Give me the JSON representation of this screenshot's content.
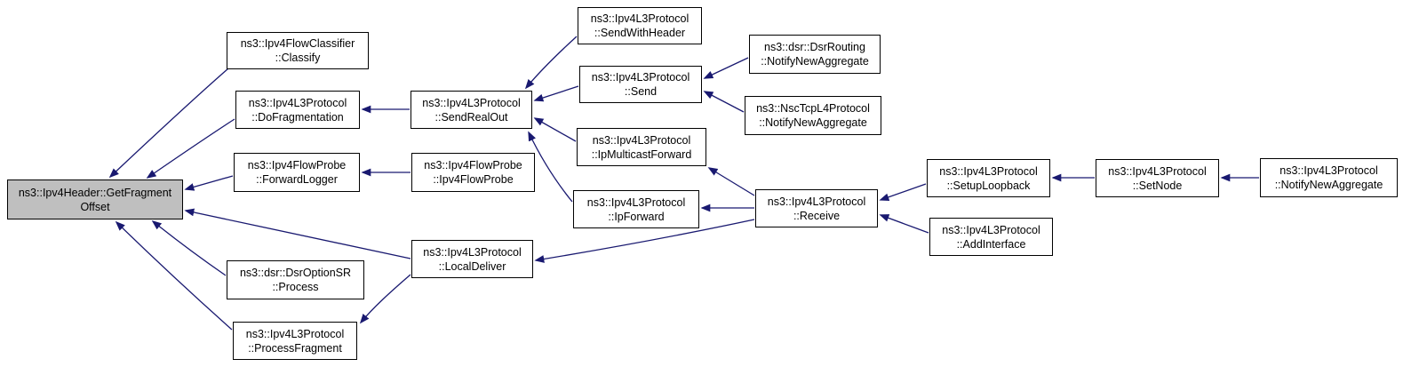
{
  "diagram": {
    "type": "doxygen-caller-graph",
    "root_function": "ns3::Ipv4Header::GetFragmentOffset",
    "edge_color": "#191970",
    "node_fill": "#ffffff",
    "node_border": "#000000",
    "main_node_fill": "#bfbfbf"
  },
  "nodes": {
    "getfragmentoffset": {
      "line1": "ns3::Ipv4Header::GetFragment",
      "line2": "Offset"
    },
    "classify": {
      "line1": "ns3::Ipv4FlowClassifier",
      "line2": "::Classify"
    },
    "dofragmentation": {
      "line1": "ns3::Ipv4L3Protocol",
      "line2": "::DoFragmentation"
    },
    "forwardlogger": {
      "line1": "ns3::Ipv4FlowProbe",
      "line2": "::ForwardLogger"
    },
    "dsroptionsr_process": {
      "line1": "ns3::dsr::DsrOptionSR",
      "line2": "::Process"
    },
    "processfragment": {
      "line1": "ns3::Ipv4L3Protocol",
      "line2": "::ProcessFragment"
    },
    "sendrealout": {
      "line1": "ns3::Ipv4L3Protocol",
      "line2": "::SendRealOut"
    },
    "ipv4flowprobe": {
      "line1": "ns3::Ipv4FlowProbe",
      "line2": "::Ipv4FlowProbe"
    },
    "localdeliver": {
      "line1": "ns3::Ipv4L3Protocol",
      "line2": "::LocalDeliver"
    },
    "sendwithheader": {
      "line1": "ns3::Ipv4L3Protocol",
      "line2": "::SendWithHeader"
    },
    "send": {
      "line1": "ns3::Ipv4L3Protocol",
      "line2": "::Send"
    },
    "ipmulticastforward": {
      "line1": "ns3::Ipv4L3Protocol",
      "line2": "::IpMulticastForward"
    },
    "ipforward": {
      "line1": "ns3::Ipv4L3Protocol",
      "line2": "::IpForward"
    },
    "dsrrouting_notifynewaggregate": {
      "line1": "ns3::dsr::DsrRouting",
      "line2": "::NotifyNewAggregate"
    },
    "nsctcp_notifynewaggregate": {
      "line1": "ns3::NscTcpL4Protocol",
      "line2": "::NotifyNewAggregate"
    },
    "receive": {
      "line1": "ns3::Ipv4L3Protocol",
      "line2": "::Receive"
    },
    "setuploopback": {
      "line1": "ns3::Ipv4L3Protocol",
      "line2": "::SetupLoopback"
    },
    "addinterface": {
      "line1": "ns3::Ipv4L3Protocol",
      "line2": "::AddInterface"
    },
    "setnode": {
      "line1": "ns3::Ipv4L3Protocol",
      "line2": "::SetNode"
    },
    "notifynewaggregate": {
      "line1": "ns3::Ipv4L3Protocol",
      "line2": "::NotifyNewAggregate"
    }
  },
  "edges": [
    {
      "from": "classify",
      "to": "getfragmentoffset"
    },
    {
      "from": "dofragmentation",
      "to": "getfragmentoffset"
    },
    {
      "from": "forwardlogger",
      "to": "getfragmentoffset"
    },
    {
      "from": "localdeliver",
      "to": "getfragmentoffset"
    },
    {
      "from": "dsroptionsr_process",
      "to": "getfragmentoffset"
    },
    {
      "from": "processfragment",
      "to": "getfragmentoffset"
    },
    {
      "from": "sendrealout",
      "to": "dofragmentation"
    },
    {
      "from": "ipv4flowprobe",
      "to": "forwardlogger"
    },
    {
      "from": "sendwithheader",
      "to": "sendrealout"
    },
    {
      "from": "send",
      "to": "sendrealout"
    },
    {
      "from": "ipmulticastforward",
      "to": "sendrealout"
    },
    {
      "from": "ipforward",
      "to": "sendrealout"
    },
    {
      "from": "dsrrouting_notifynewaggregate",
      "to": "send"
    },
    {
      "from": "nsctcp_notifynewaggregate",
      "to": "send"
    },
    {
      "from": "receive",
      "to": "ipmulticastforward"
    },
    {
      "from": "receive",
      "to": "ipforward"
    },
    {
      "from": "receive",
      "to": "localdeliver"
    },
    {
      "from": "localdeliver",
      "to": "processfragment"
    },
    {
      "from": "setuploopback",
      "to": "receive"
    },
    {
      "from": "addinterface",
      "to": "receive"
    },
    {
      "from": "setnode",
      "to": "setuploopback"
    },
    {
      "from": "notifynewaggregate",
      "to": "setnode"
    }
  ]
}
